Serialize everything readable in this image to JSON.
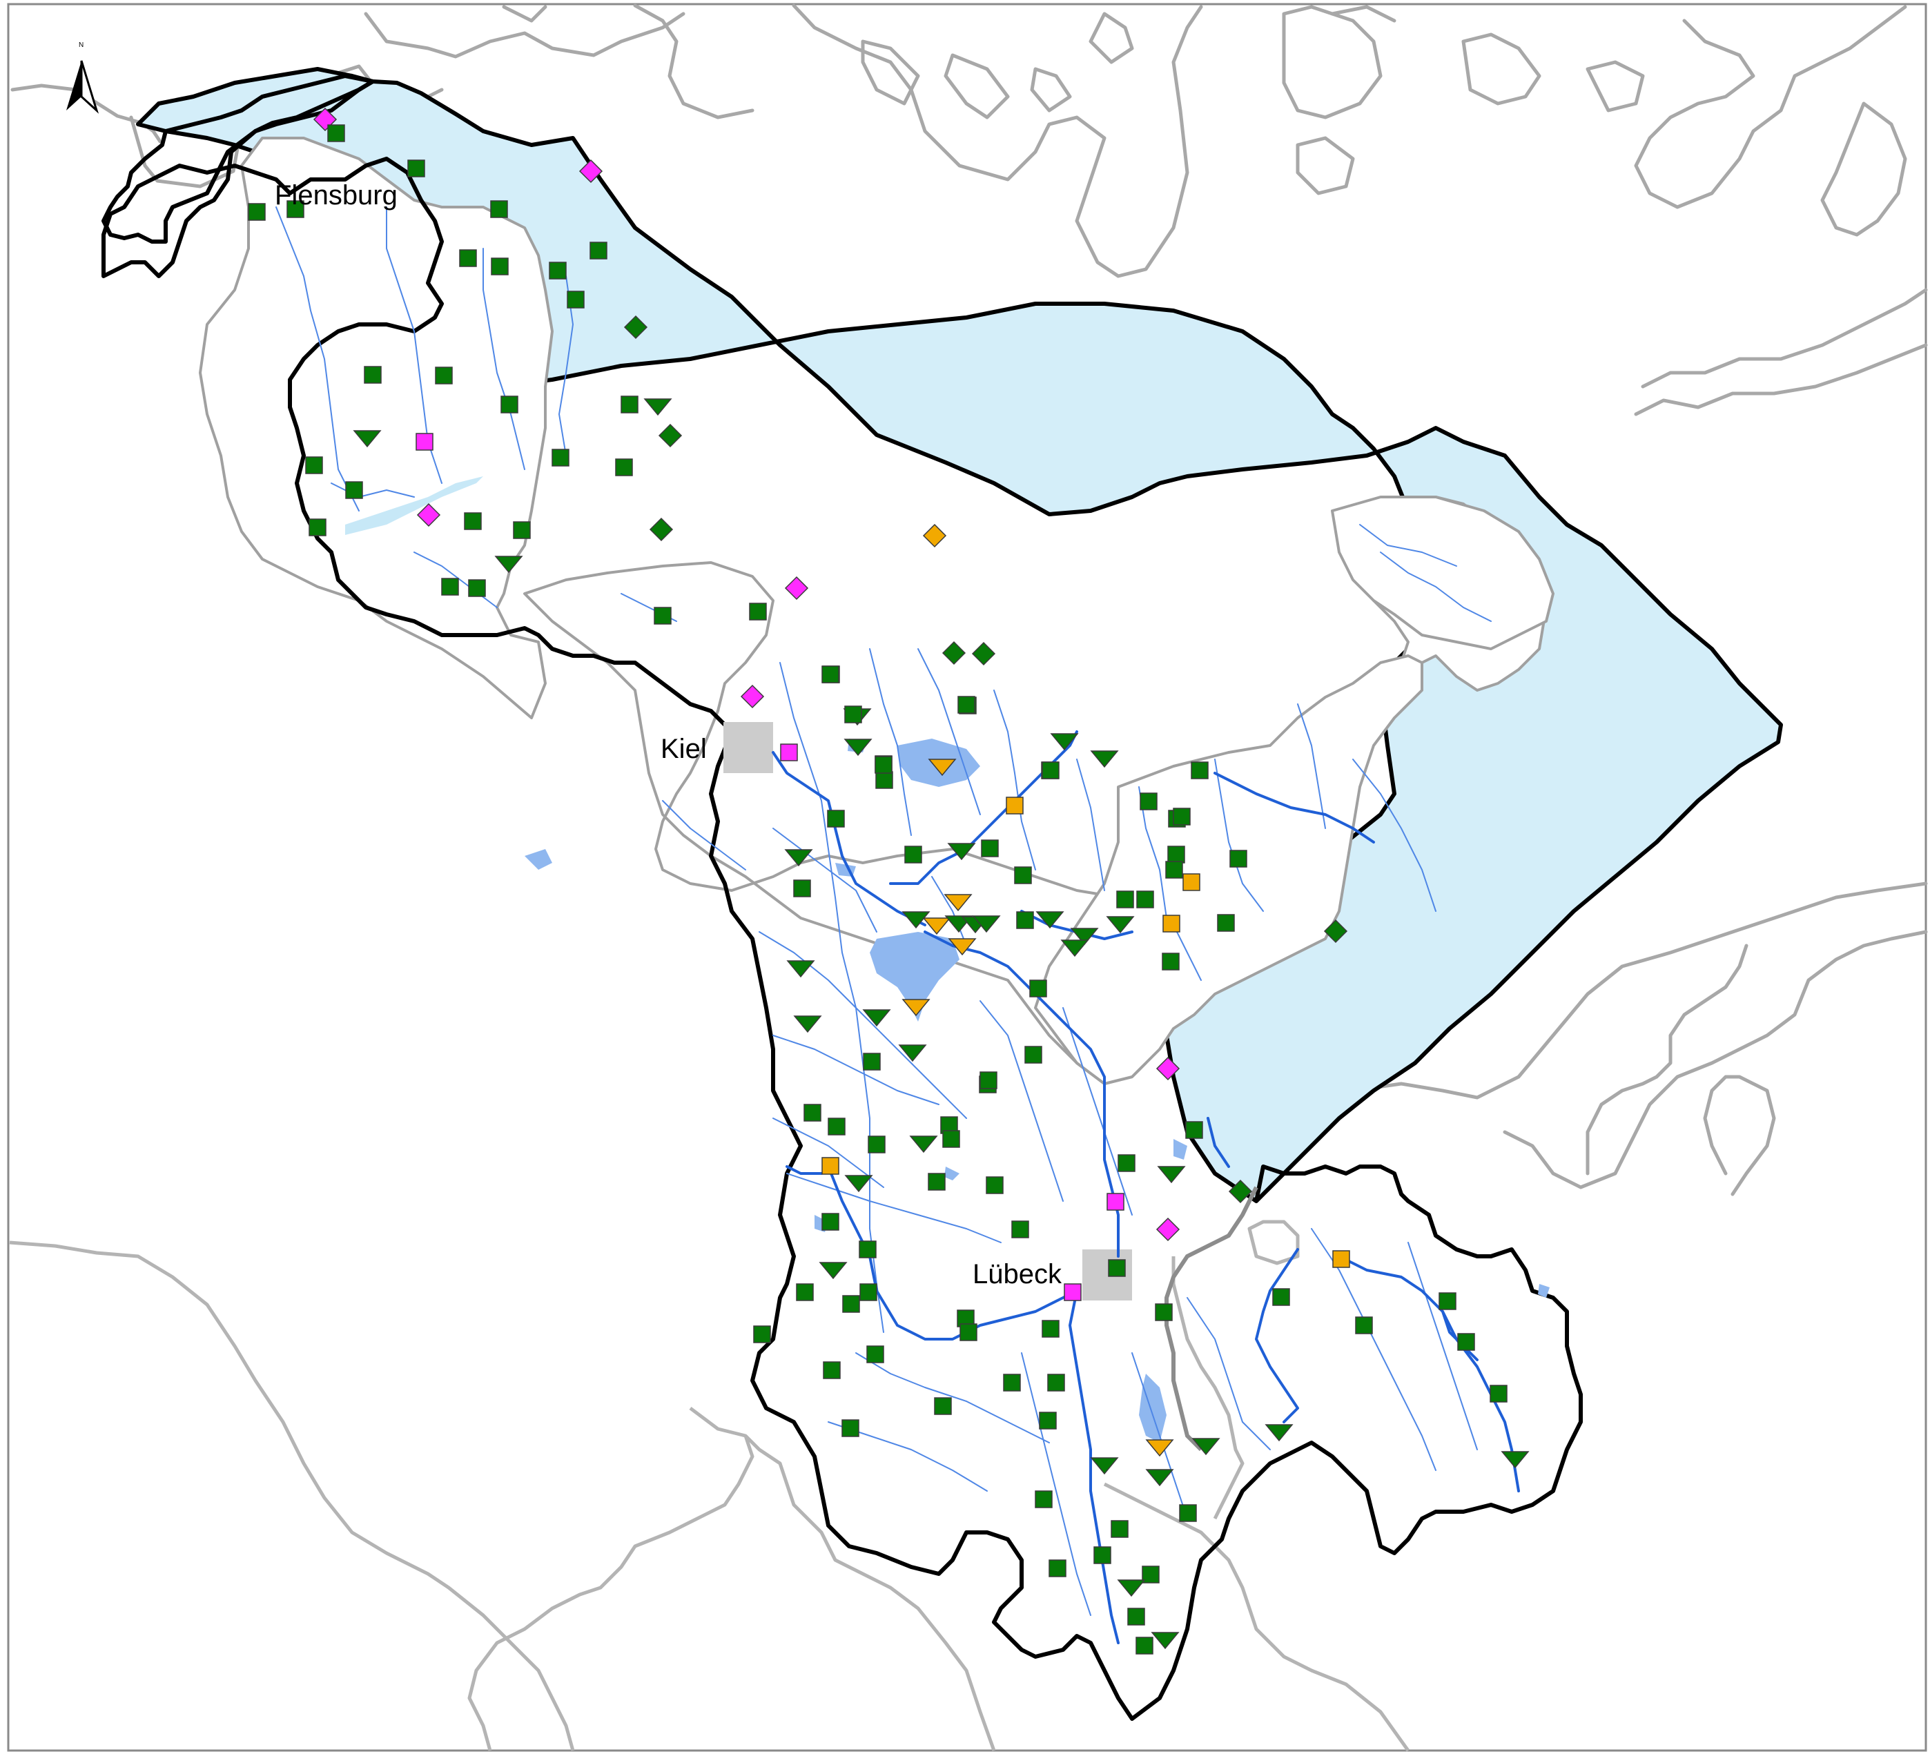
{
  "map": {
    "north_arrow_label": "N",
    "cities": [
      {
        "name": "Flensburg",
        "label": "Flensburg"
      },
      {
        "name": "Kiel",
        "label": "Kiel"
      },
      {
        "name": "Luebeck",
        "label": "Lübeck"
      }
    ],
    "colors": {
      "sea": "#d4eef9",
      "lake": "#8fb7ef",
      "river": "#1f5fd6",
      "boundary": "#000000",
      "station_green": "#077a07",
      "station_orange": "#f2a900",
      "station_magenta": "#ff2bff",
      "city_area": "#cccccc"
    },
    "marker_types": [
      "green-square-station",
      "green-triangle-station",
      "green-diamond-station",
      "orange-square-station",
      "orange-triangle-station",
      "orange-diamond-station",
      "magenta-square-station",
      "magenta-diamond-station"
    ]
  }
}
